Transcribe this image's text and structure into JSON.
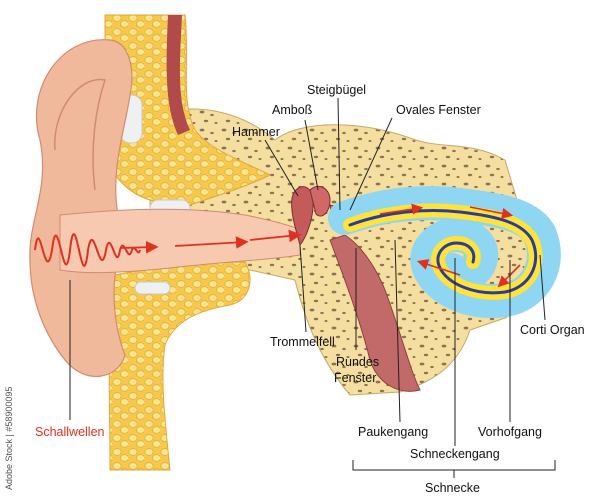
{
  "labels": {
    "steigbuegel": "Steigbügel",
    "ambos": "Amboß",
    "hammer": "Hammer",
    "ovales_fenster": "Ovales Fenster",
    "trommelfell": "Trommelfell",
    "rundes_fenster_line1": "Rundes",
    "rundes_fenster_line2": "Fenster",
    "corti_organ": "Corti Organ",
    "schallwellen": "Schallwellen",
    "paukengang": "Paukengang",
    "vorhofgang": "Vorhofgang",
    "schneckengang": "Schneckengang",
    "schnecke": "Schnecke"
  },
  "side_id": "Adobe Stock | #58900095",
  "colors": {
    "bone": "#f4dea0",
    "skin": "#f1b99c",
    "fat": "#f6c84c",
    "membrane": "#c45a5a",
    "cochlea_outer": "#8fd6f2",
    "cochlea_yellow": "#ffe23a",
    "cochlea_blue": "#2a3d9a",
    "wave": "#e0301e"
  }
}
